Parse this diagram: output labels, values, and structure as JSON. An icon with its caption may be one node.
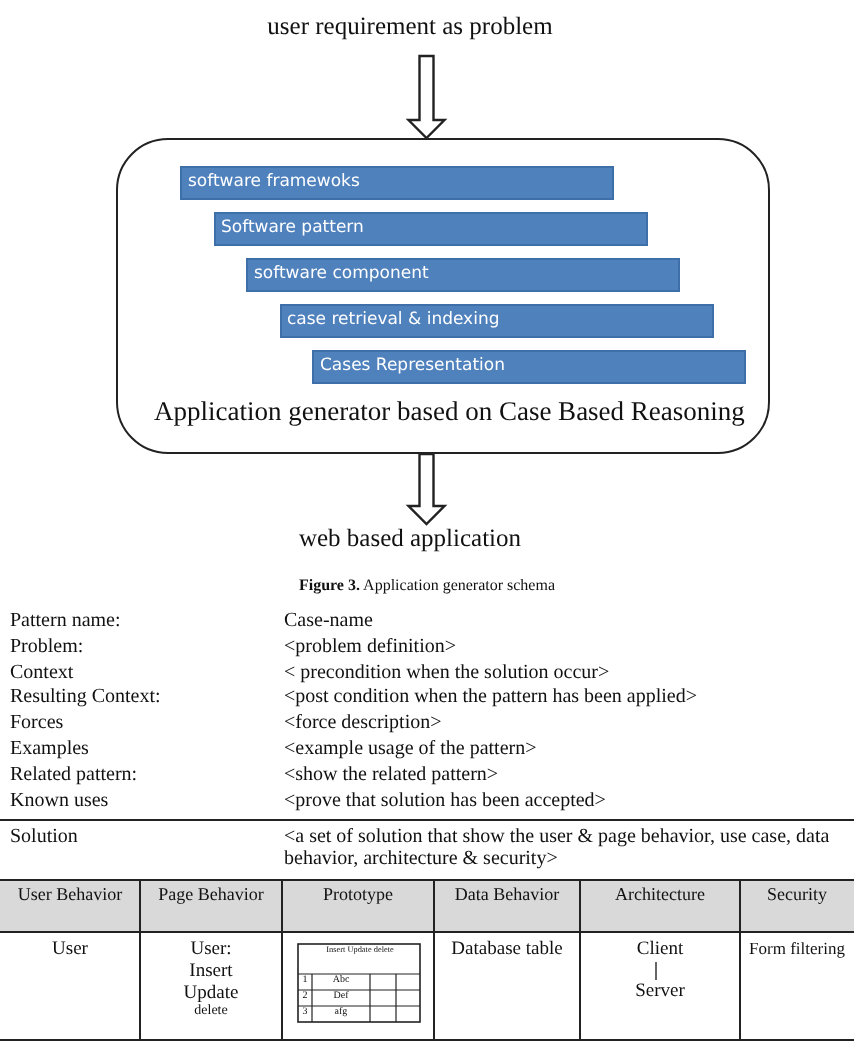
{
  "diagram": {
    "caption": "**Figure 3.** Application generator schema",
    "nodes": [
      {
        "text": [
          "user requirement as problem"
        ]
      },
      {
        "text": [
          "Application generator based on Case Based Reasoning"
        ]
      },
      {
        "text": [
          "software framewoks"
        ],
        "in": 1
      },
      {
        "text": [
          "Software pattern"
        ],
        "in": 1
      },
      {
        "text": [
          "software component"
        ],
        "in": 1
      },
      {
        "text": [
          "case retrieval & indexing"
        ],
        "in": 1
      },
      {
        "text": [
          "Cases Representation"
        ],
        "in": 1
      },
      {
        "text": [
          "web based application"
        ]
      }
    ],
    "edges": [
      {
        "from": 0,
        "to": 1,
        "arrow": "to"
      },
      {
        "from": 1,
        "to": 7,
        "arrow": "to"
      }
    ],
    "labels": [
      "Pattern name:",
      "Case-name",
      "Problem:",
      "<problem definition>",
      "Context",
      "< precondition when the solution occur>",
      "Resulting Context:",
      "<post condition when the pattern has been applied>",
      "Forces",
      "<force description>",
      "Examples",
      "<example usage of the pattern>",
      "Related pattern:",
      "<show the related pattern>",
      "Known uses",
      "<prove that solution has been accepted>",
      "Solution",
      "<a set of solution that show the user & page behavior, use case, data behavior, architecture & security>",
      "User Behavior",
      "Page Behavior",
      "Prototype",
      "Data Behavior",
      "Architecture",
      "Security",
      "User",
      "User:",
      "Insert",
      "Update",
      "delete",
      "Insert Update delete",
      "1",
      "Abc",
      "2",
      "Def",
      "3",
      "afg",
      "Database table",
      "Client",
      "Server",
      "Form filtering"
    ]
  }
}
